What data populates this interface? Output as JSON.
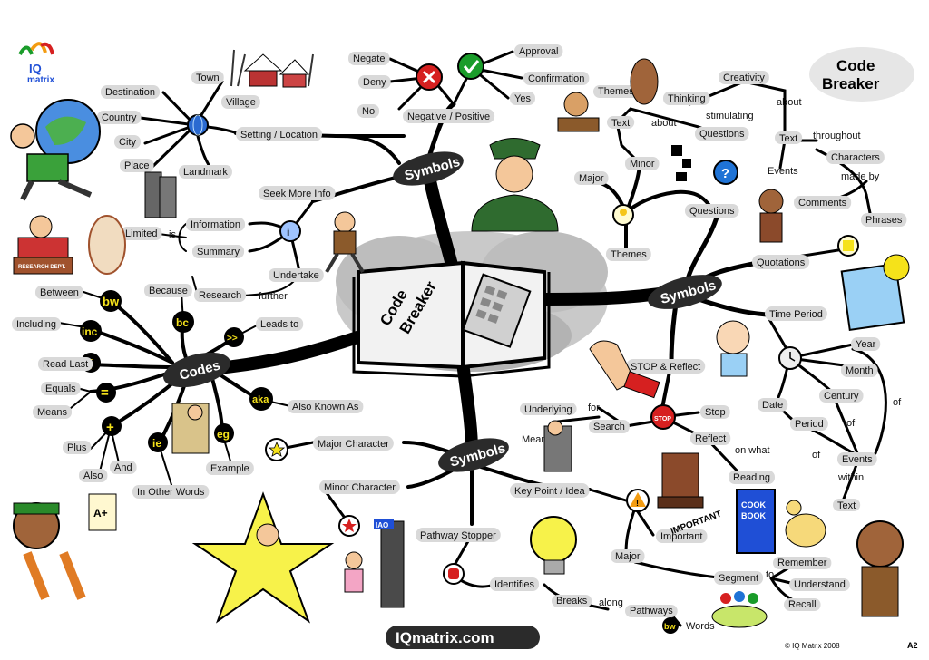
{
  "header": {
    "logo_line1": "IQ",
    "logo_line2": "matrix",
    "title_line1": "Code",
    "title_line2": "Breaker"
  },
  "center": {
    "book_line1": "Code",
    "book_line2": "Breaker"
  },
  "hubs": {
    "symbols_top": "Symbols",
    "symbols_right": "Symbols",
    "symbols_bottom": "Symbols",
    "codes": "Codes"
  },
  "symbols_top": {
    "negative_positive": "Negative / Positive",
    "negate": "Negate",
    "deny": "Deny",
    "no": "No",
    "approval": "Approval",
    "confirmation": "Confirmation",
    "yes": "Yes",
    "setting_location": "Setting / Location",
    "town": "Town",
    "village": "Village",
    "destination": "Destination",
    "country": "Country",
    "city": "City",
    "place": "Place",
    "landmark": "Landmark",
    "seek_more_info": "Seek More Info",
    "information": "Information",
    "summary": "Summary",
    "limited": "Limited",
    "is": "is",
    "undertake": "Undertake",
    "research": "Research",
    "further": "further",
    "research_dept": "RESEARCH DEPT."
  },
  "codes": {
    "bw": "bw",
    "inc": "inc",
    "para": "¶",
    "eq": "=",
    "plus": "+",
    "ie": "ie",
    "eg": "eg",
    "aka": "aka",
    "bc": "bc",
    "gtgt": ">>",
    "between": "Between",
    "including": "Including",
    "read_last": "Read Last",
    "equals": "Equals",
    "means": "Means",
    "plus_word": "Plus",
    "and_word": "And",
    "also": "Also",
    "in_other_words": "In Other Words",
    "example": "Example",
    "also_known_as": "Also Known As",
    "because": "Because",
    "leads_to": "Leads to"
  },
  "symbols_right": {
    "creativity": "Creativity",
    "thinking": "Thinking",
    "stimulating": "stimulating",
    "themes_top": "Themes",
    "text_left": "Text",
    "about_left": "about",
    "questions_top": "Questions",
    "minor": "Minor",
    "major": "Major",
    "themes": "Themes",
    "questions": "Questions",
    "about_right": "about",
    "text_right": "Text",
    "throughout": "throughout",
    "events_small": "Events",
    "characters": "Characters",
    "made_by": "made by",
    "comments": "Comments",
    "phrases": "Phrases",
    "quotations": "Quotations",
    "time_period": "Time Period",
    "year": "Year",
    "month": "Month",
    "date": "Date",
    "century": "Century",
    "period": "Period",
    "of1": "of",
    "of2": "of",
    "of3": "of",
    "events": "Events",
    "within": "within",
    "text_bottom": "Text",
    "stop_reflect": "STOP & Reflect",
    "stop": "Stop",
    "reflect": "Reflect",
    "on_what": "on what",
    "reading": "Reading",
    "search": "Search",
    "for": "for",
    "underlying": "Underlying",
    "meaning": "Meaning",
    "stop_sign": "STOP",
    "cook": "COOK",
    "book": "BOOK"
  },
  "symbols_bottom": {
    "major_character": "Major Character",
    "minor_character": "Minor Character",
    "key_point_idea": "Key Point / Idea",
    "important": "Important",
    "important_stamp": "IMPORTANT",
    "major": "Major",
    "segment": "Segment",
    "to": "to",
    "remember": "Remember",
    "understand": "Understand",
    "recall": "Recall",
    "pathway_stopper": "Pathway Stopper",
    "identifies": "Identifies",
    "breaks": "Breaks",
    "along": "along",
    "pathways": "Pathways",
    "bw": "bw",
    "words": "Words",
    "sign_text": "IAO"
  },
  "decor": {
    "a_plus": "A+"
  },
  "footer": {
    "url": "IQmatrix.com",
    "copyright": "© IQ Matrix 2008",
    "page": "A2"
  },
  "colors": {
    "branch": "#000000",
    "label_bg": "#d9d9d9",
    "hub_fill": "#2b2b2b",
    "red_icon": "#d62020",
    "green_icon": "#1a9c2a",
    "blue_icon": "#1f73d6",
    "yellow_badge": "#f5e21a",
    "cloud": "#bdbdbd"
  }
}
